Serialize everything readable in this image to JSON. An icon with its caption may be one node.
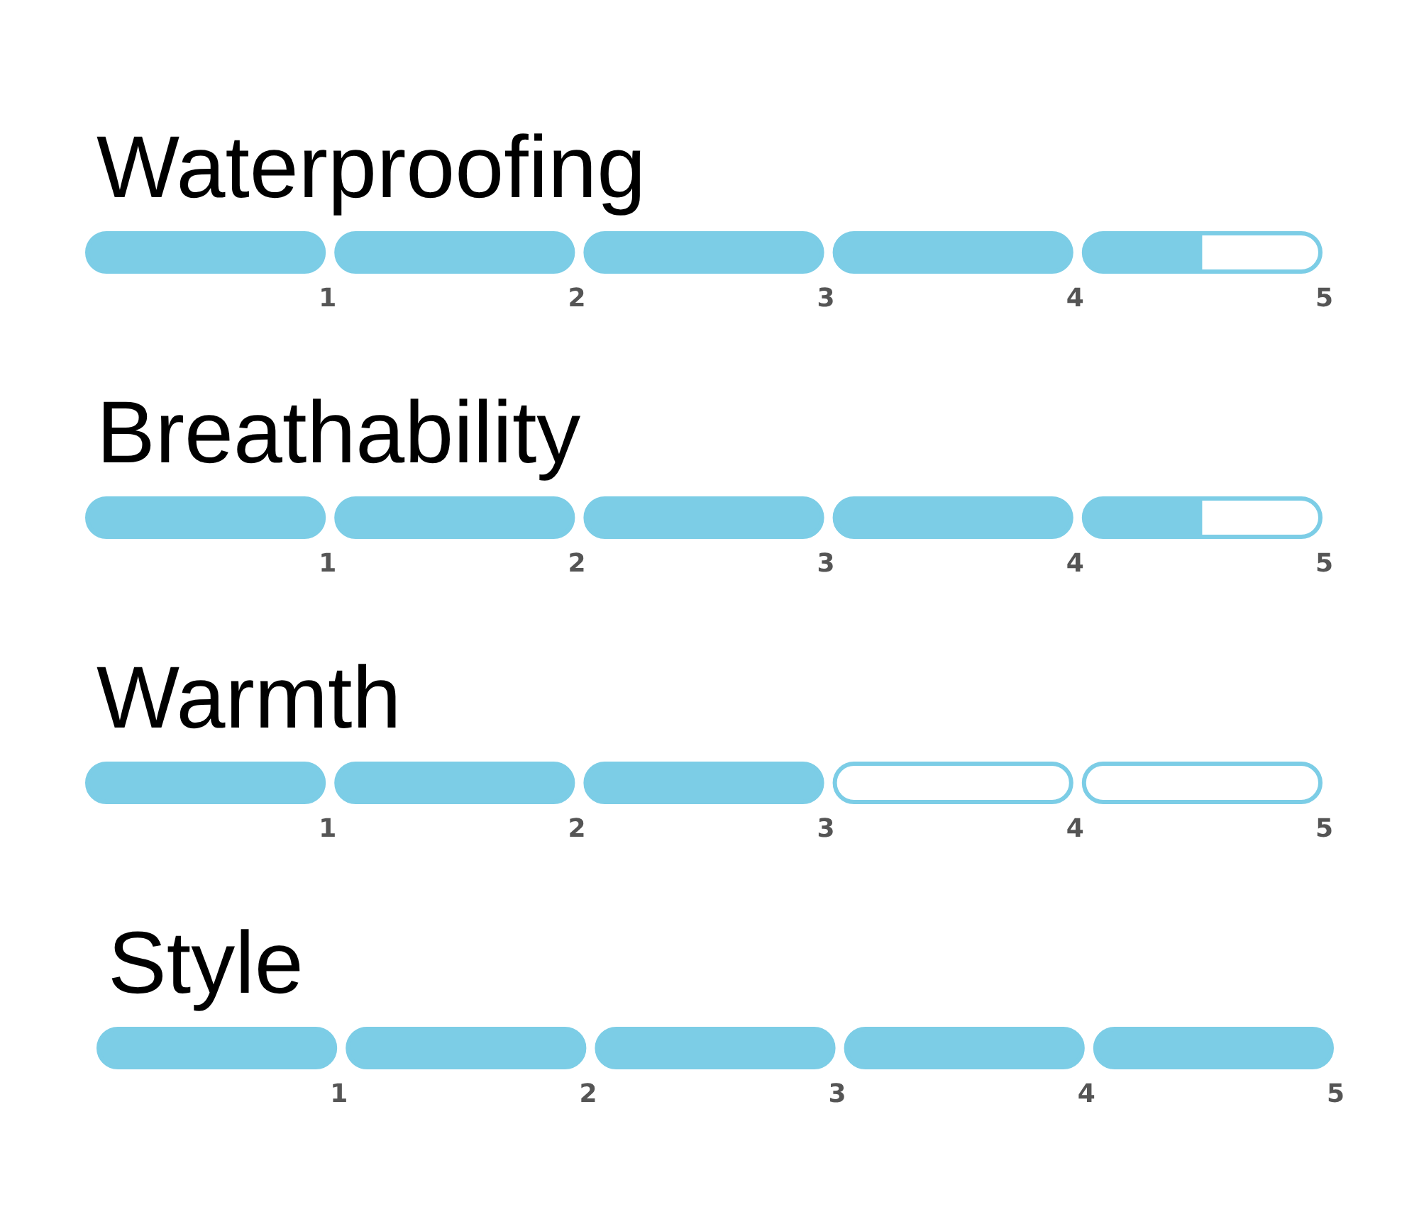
{
  "diagram": {
    "labels": [
      "Waterproofing",
      "1",
      "2",
      "3",
      "4",
      "5",
      "Breathability",
      "1",
      "2",
      "3",
      "4",
      "5",
      "Warmth",
      "1",
      "2",
      "3",
      "4",
      "5",
      "Style",
      "1",
      "2",
      "3",
      "4",
      "5"
    ]
  }
}
